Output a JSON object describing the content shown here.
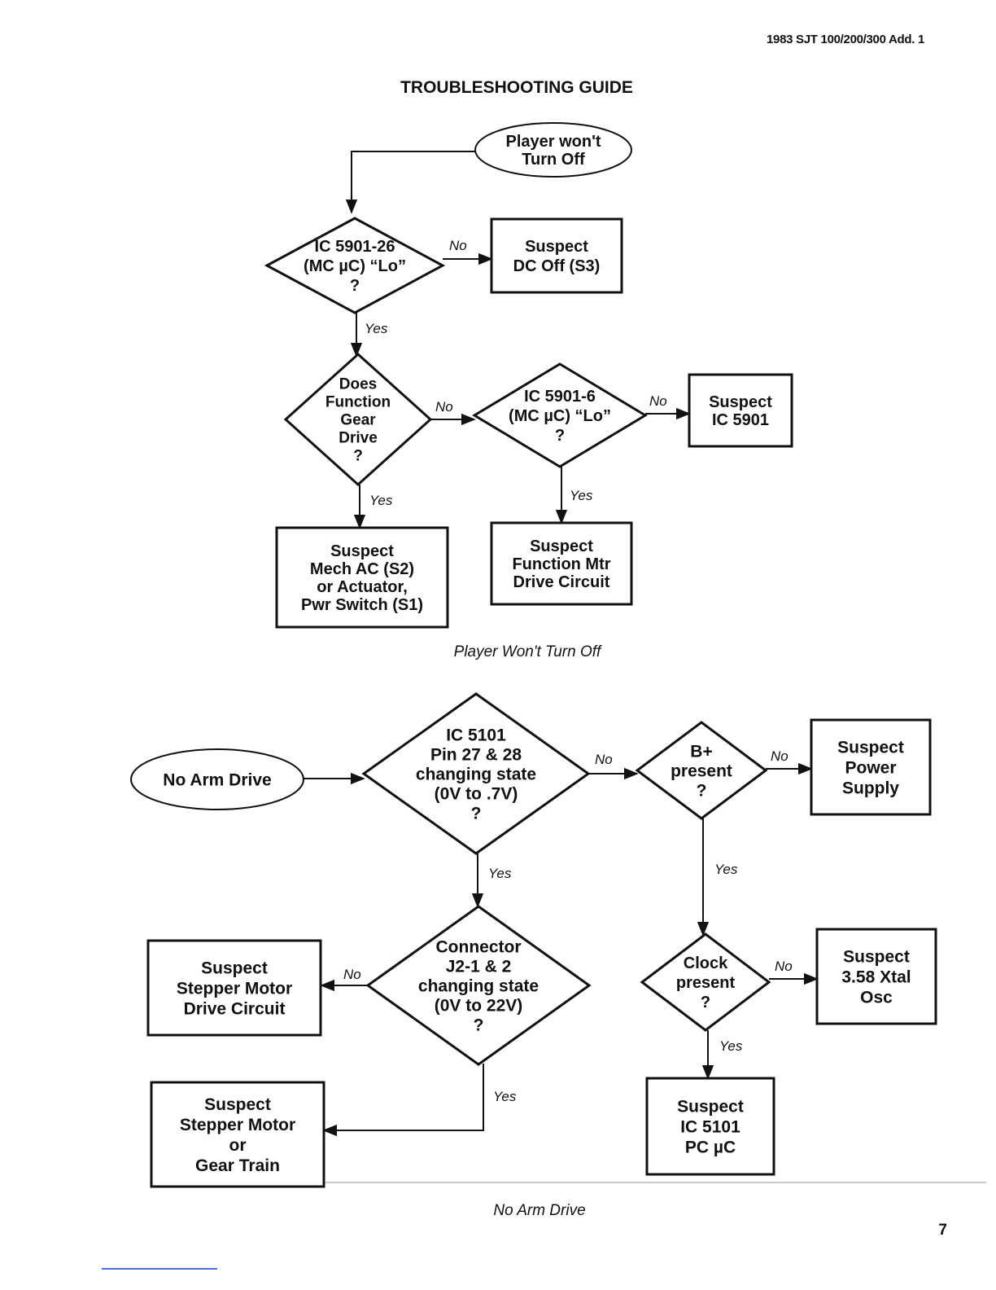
{
  "header": {
    "doc_ref": "1983 SJT 100/200/300 Add. 1",
    "page_number": "7"
  },
  "title": "TROUBLESHOOTING GUIDE",
  "flowcharts": [
    {
      "caption": "Player Won't Turn Off",
      "nodes": [
        {
          "id": "start_wont_turn_off",
          "kind": "terminal",
          "lines": [
            "Player won't",
            "Turn Off"
          ]
        },
        {
          "id": "q_ic5901_26",
          "kind": "decision",
          "lines": [
            "IC 5901-26",
            "(MC µC) “Lo”",
            "?"
          ]
        },
        {
          "id": "s_dc_off",
          "kind": "process",
          "lines": [
            "Suspect",
            "DC Off (S3)"
          ]
        },
        {
          "id": "q_function_gear",
          "kind": "decision",
          "lines": [
            "Does",
            "Function",
            "Gear",
            "Drive",
            "?"
          ]
        },
        {
          "id": "q_ic5901_6",
          "kind": "decision",
          "lines": [
            "IC 5901-6",
            "(MC µC) “Lo”",
            "?"
          ]
        },
        {
          "id": "s_ic5901",
          "kind": "process",
          "lines": [
            "Suspect",
            "IC 5901"
          ]
        },
        {
          "id": "s_mech_ac",
          "kind": "process",
          "lines": [
            "Suspect",
            "Mech AC (S2)",
            "or Actuator,",
            "Pwr Switch (S1)"
          ]
        },
        {
          "id": "s_function_mtr",
          "kind": "process",
          "lines": [
            "Suspect",
            "Function Mtr",
            "Drive Circuit"
          ]
        }
      ],
      "edges": [
        {
          "from": "start_wont_turn_off",
          "to": "q_ic5901_26",
          "label": ""
        },
        {
          "from": "q_ic5901_26",
          "to": "s_dc_off",
          "label": "No"
        },
        {
          "from": "q_ic5901_26",
          "to": "q_function_gear",
          "label": "Yes"
        },
        {
          "from": "q_function_gear",
          "to": "q_ic5901_6",
          "label": "No"
        },
        {
          "from": "q_function_gear",
          "to": "s_mech_ac",
          "label": "Yes"
        },
        {
          "from": "q_ic5901_6",
          "to": "s_ic5901",
          "label": "No"
        },
        {
          "from": "q_ic5901_6",
          "to": "s_function_mtr",
          "label": "Yes"
        }
      ]
    },
    {
      "caption": "No Arm Drive",
      "nodes": [
        {
          "id": "start_no_arm_drive",
          "kind": "terminal",
          "lines": [
            "No Arm Drive"
          ]
        },
        {
          "id": "q_ic5101_pins",
          "kind": "decision",
          "lines": [
            "IC 5101",
            "Pin 27 & 28",
            "changing state",
            "(0V to .7V)",
            "?"
          ]
        },
        {
          "id": "q_b_plus",
          "kind": "decision",
          "lines": [
            "B+",
            "present",
            "?"
          ]
        },
        {
          "id": "s_power_supply",
          "kind": "process",
          "lines": [
            "Suspect",
            "Power",
            "Supply"
          ]
        },
        {
          "id": "q_connector_j2",
          "kind": "decision",
          "lines": [
            "Connector",
            "J2-1 & 2",
            "changing state",
            "(0V to 22V)",
            "?"
          ]
        },
        {
          "id": "s_stepper_drive",
          "kind": "process",
          "lines": [
            "Suspect",
            "Stepper Motor",
            "Drive Circuit"
          ]
        },
        {
          "id": "s_stepper_gear",
          "kind": "process",
          "lines": [
            "Suspect",
            "Stepper Motor",
            "or",
            "Gear Train"
          ]
        },
        {
          "id": "q_clock",
          "kind": "decision",
          "lines": [
            "Clock",
            "present",
            "?"
          ]
        },
        {
          "id": "s_xtal_osc",
          "kind": "process",
          "lines": [
            "Suspect",
            "3.58 Xtal",
            "Osc"
          ]
        },
        {
          "id": "s_ic5101_pc",
          "kind": "process",
          "lines": [
            "Suspect",
            "IC 5101",
            "PC µC"
          ]
        }
      ],
      "edges": [
        {
          "from": "start_no_arm_drive",
          "to": "q_ic5101_pins",
          "label": ""
        },
        {
          "from": "q_ic5101_pins",
          "to": "q_b_plus",
          "label": "No"
        },
        {
          "from": "q_b_plus",
          "to": "s_power_supply",
          "label": "No"
        },
        {
          "from": "q_ic5101_pins",
          "to": "q_connector_j2",
          "label": "Yes"
        },
        {
          "from": "q_connector_j2",
          "to": "s_stepper_drive",
          "label": "No"
        },
        {
          "from": "q_connector_j2",
          "to": "s_stepper_gear",
          "label": "Yes"
        },
        {
          "from": "q_b_plus",
          "to": "q_clock",
          "label": "Yes"
        },
        {
          "from": "q_clock",
          "to": "s_xtal_osc",
          "label": "No"
        },
        {
          "from": "q_clock",
          "to": "s_ic5101_pc",
          "label": "Yes"
        }
      ]
    }
  ]
}
